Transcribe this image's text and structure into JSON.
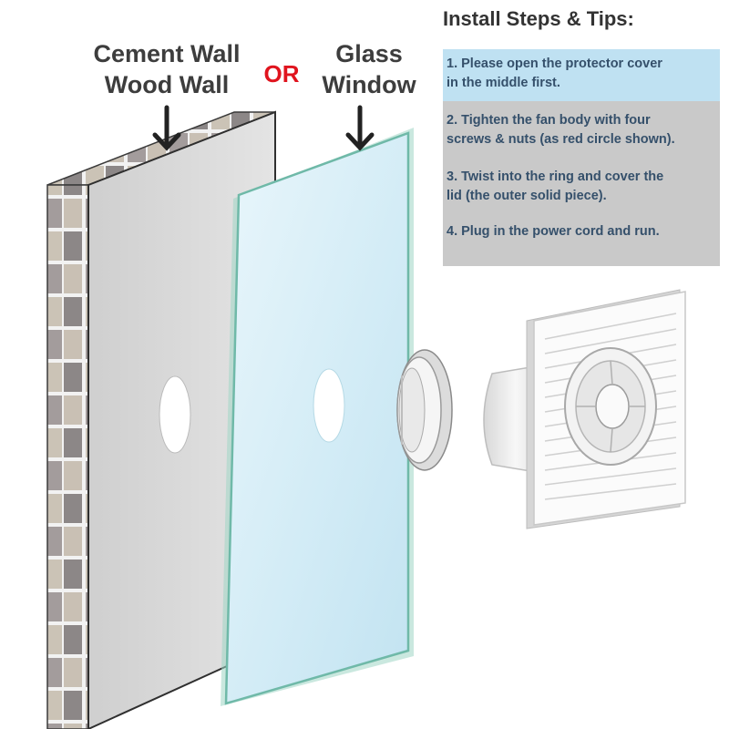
{
  "labels": {
    "cement_wall": "Cement Wall",
    "wood_wall": "Wood Wall",
    "or": "OR",
    "glass": "Glass",
    "window": "Window"
  },
  "tips": {
    "title": "Install Steps & Tips:",
    "steps": [
      {
        "lines": [
          "1. Please open the protector cover",
          " in the middle first."
        ]
      },
      {
        "lines": [
          "2. Tighten the fan body with four",
          "screws & nuts (as red circle shown)."
        ]
      },
      {
        "lines": [
          "3. Twist into the ring and cover the",
          "lid (the outer solid piece)."
        ]
      },
      {
        "lines": [
          "4. Plug in the power cord and run."
        ]
      }
    ]
  },
  "colors": {
    "or_accent": "#e0141e",
    "step_highlight": "#bfe1f2",
    "panel": "#c9c9c9",
    "step_text": "#35506b"
  }
}
